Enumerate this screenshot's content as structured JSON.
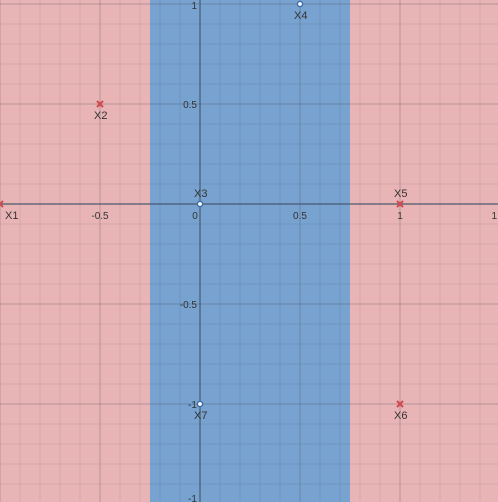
{
  "chart_data": {
    "type": "scatter",
    "xlim": [
      -1,
      1.5
    ],
    "ylim": [
      -1.5,
      1
    ],
    "grid": true,
    "minor_grid": true,
    "colors": {
      "background_region": "#e8b4b6",
      "decision_region": "#78a2cf",
      "class_x": "#d34a4e",
      "class_o": "#3e6ea6",
      "axis": "#4a5a70"
    },
    "decision_region": {
      "x_from": -0.25,
      "x_to": 0.75,
      "label": ""
    },
    "x_ticks": [
      {
        "value": -0.5,
        "label": "-0.5"
      },
      {
        "value": 0,
        "label": "0"
      },
      {
        "value": 0.5,
        "label": "0.5"
      },
      {
        "value": 1,
        "label": "1"
      },
      {
        "value": 1.5,
        "label": "1"
      }
    ],
    "y_ticks": [
      {
        "value": 1,
        "label": "1"
      },
      {
        "value": 0.5,
        "label": "0.5"
      },
      {
        "value": -0.5,
        "label": "-0.5"
      },
      {
        "value": -1,
        "label": "-1"
      },
      {
        "value": -1.5,
        "label": "-1"
      }
    ],
    "points": [
      {
        "label": "X1",
        "x": -1,
        "y": 0,
        "marker": "x"
      },
      {
        "label": "X2",
        "x": -0.5,
        "y": 0.5,
        "marker": "x"
      },
      {
        "label": "X3",
        "x": 0,
        "y": 0,
        "marker": "o"
      },
      {
        "label": "X4",
        "x": 0.5,
        "y": 1,
        "marker": "o"
      },
      {
        "label": "X5",
        "x": 1,
        "y": 0,
        "marker": "x"
      },
      {
        "label": "X6",
        "x": 1,
        "y": -1,
        "marker": "x"
      },
      {
        "label": "X7",
        "x": 0,
        "y": -1,
        "marker": "o"
      }
    ]
  }
}
